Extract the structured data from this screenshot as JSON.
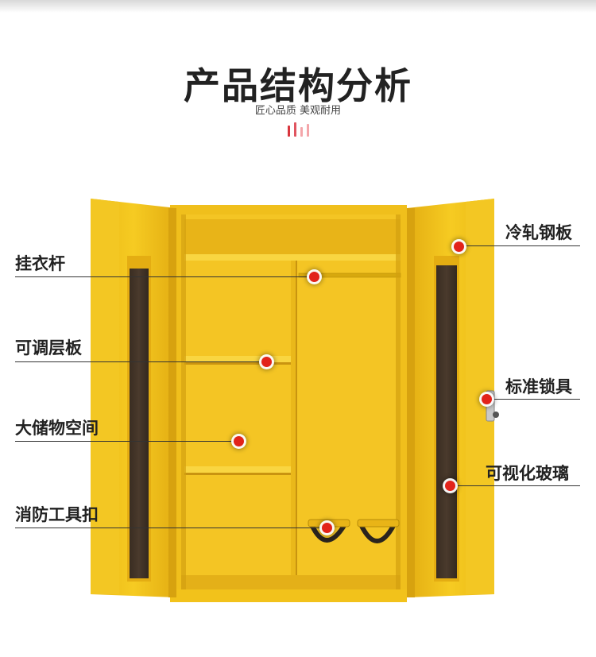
{
  "header": {
    "title": "产品结构分析",
    "subtitle": "匠心品质 美观耐用"
  },
  "labels": {
    "hanger_rod": "挂衣杆",
    "adjustable_shelf": "可调层板",
    "storage_space": "大储物空间",
    "fire_buckle": "消防工具扣",
    "cold_rolled_steel": "冷轧钢板",
    "standard_lock": "标准锁具",
    "visible_glass": "可视化玻璃"
  },
  "colors": {
    "cabinet_yellow": "#f2c21b",
    "cabinet_shadow": "#d9a40e",
    "marker_red": "#e2231a",
    "deco_red": "#d9363e",
    "deco_pink": "#f4a6aa"
  }
}
